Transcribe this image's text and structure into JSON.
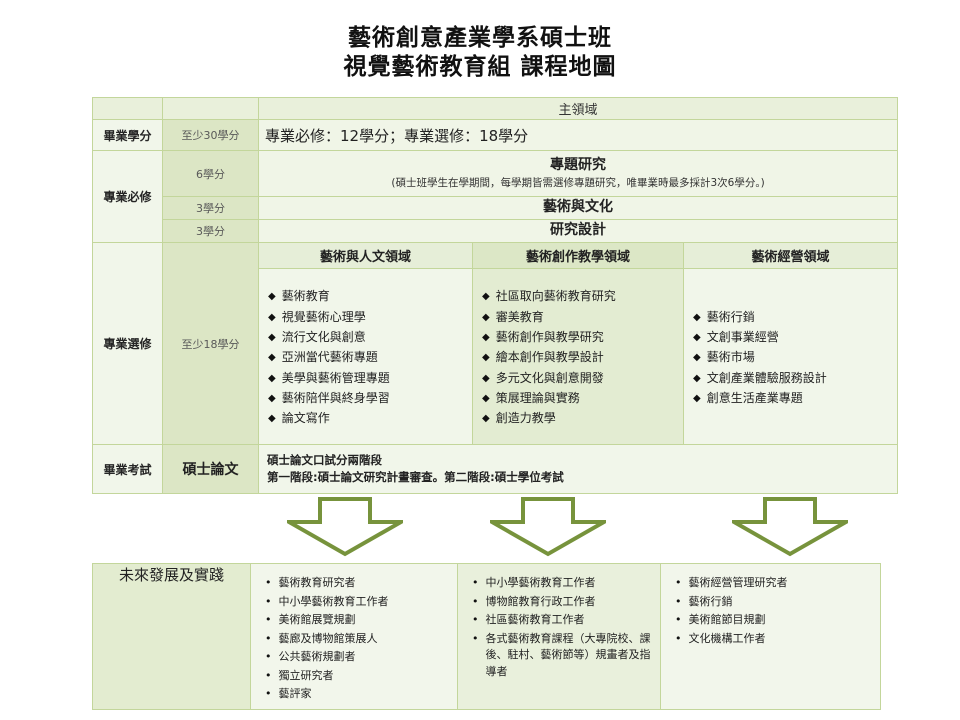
{
  "title": {
    "line1": "藝術創意產業學系碩士班",
    "line2": "視覺藝術教育組 課程地圖"
  },
  "icons": {
    "diamond_bullet": "◆",
    "dot_bullet": "•",
    "down_arrow": "block-down-arrow"
  },
  "colors": {
    "border": "#c3d69b",
    "arrow_outline": "#77933c",
    "credit_cell": "#dce6c5",
    "pale_cell": "#f1f6ea",
    "mid_column_cell": "#e3ecd2"
  },
  "table": {
    "main_domain_header": "主領域",
    "graduation": {
      "label": "畢業學分",
      "credit": "至少30學分",
      "content": "專業必修：12學分；專業選修：18學分"
    },
    "required": {
      "label": "專業必修",
      "items": [
        {
          "credit": "6學分",
          "title": "專題研究",
          "note": "(碩士班學生在學期間，每學期皆需選修專題研究，唯畢業時最多採計3次6學分。)"
        },
        {
          "credit": "3學分",
          "title": "藝術與文化",
          "note": ""
        },
        {
          "credit": "3學分",
          "title": "研究設計",
          "note": ""
        }
      ]
    },
    "electives": {
      "label": "專業選修",
      "credit": "至少18學分",
      "columns": [
        {
          "header": "藝術與人文領域",
          "items": [
            "藝術教育",
            "視覺藝術心理學",
            "流行文化與創意",
            "亞洲當代藝術專題",
            "美學與藝術管理專題",
            "藝術陪伴與終身學習",
            "論文寫作"
          ]
        },
        {
          "header": "藝術創作教學領域",
          "items": [
            "社區取向藝術教育研究",
            "審美教育",
            "藝術創作與教學研究",
            "繪本創作與教學設計",
            "多元文化與創意開發",
            "策展理論與實務",
            "創造力教學"
          ]
        },
        {
          "header": "藝術經營領域",
          "items": [
            "藝術行銷",
            "文創事業經營",
            "藝術市場",
            "文創產業體驗服務設計",
            "創意生活產業專題"
          ]
        }
      ]
    },
    "exam": {
      "label": "畢業考試",
      "credit": "碩士論文",
      "line1": "碩士論文口試分兩階段",
      "line2": "第一階段:碩士論文研究計畫審查。第二階段:碩士學位考試"
    }
  },
  "future": {
    "label": "未來發展及實踐",
    "columns": [
      {
        "items": [
          "藝術教育研究者",
          "中小學藝術教育工作者",
          "美術館展覽規劃",
          "藝廊及博物館策展人",
          "公共藝術規劃者",
          "獨立研究者",
          "藝評家"
        ]
      },
      {
        "items": [
          "中小學藝術教育工作者",
          "博物館教育行政工作者",
          "社區藝術教育工作者",
          "各式藝術教育課程（大專院校、課後、駐村、藝術節等）規畫者及指導者"
        ]
      },
      {
        "items": [
          "藝術經營管理研究者",
          "藝術行銷",
          "美術館節目規劃",
          "文化機構工作者"
        ]
      }
    ]
  }
}
